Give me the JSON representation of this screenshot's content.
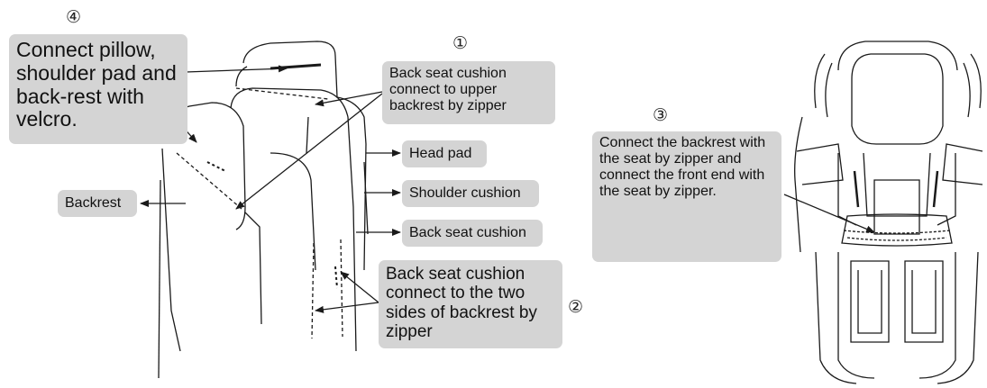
{
  "steps": {
    "step1": "①",
    "step2": "②",
    "step3": "③",
    "step4": "④"
  },
  "callouts": {
    "pillow": "Connect pillow, shoulder pad and back-rest with velcro.",
    "upper": "Back seat cushion connect to upper backrest  by zipper",
    "sides": "Back seat cushion connect to the two sides of backrest by zipper",
    "seat": "Connect the backrest with the seat by zipper and connect the front end with the seat by zipper."
  },
  "labels": {
    "head_pad": "Head pad",
    "shoulder": "Shoulder cushion",
    "back_seat": "Back seat cushion",
    "backrest": "Backrest"
  },
  "colors": {
    "callout_bg": "#d4d4d4",
    "line": "#1a1a1a"
  }
}
